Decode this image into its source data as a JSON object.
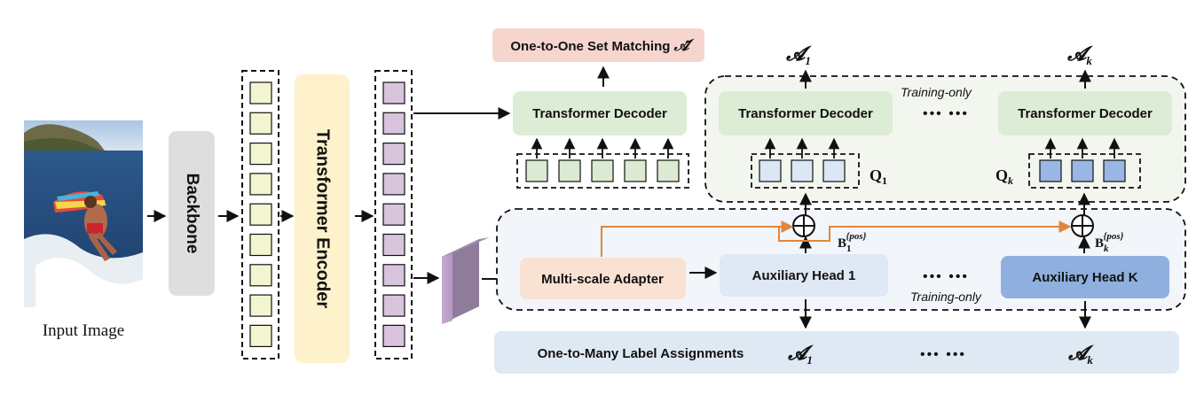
{
  "input": {
    "caption": "Input Image"
  },
  "backbone": {
    "label": "Backbone"
  },
  "encoder": {
    "label": "Transformer Encoder"
  },
  "one_to_one": {
    "label": "One-to-One Set Matching ",
    "symbol": "𝒜̃"
  },
  "decoders": {
    "main": "Transformer Decoder",
    "branch_1": "Transformer Decoder",
    "branch_k": "Transformer Decoder",
    "ellipsis": "••• •••",
    "training_only": "Training-only"
  },
  "outputs": {
    "a1_top": "𝓐",
    "a1_top_sub": "1",
    "ak_top": "𝓐",
    "ak_top_sub": "k"
  },
  "queries": {
    "q1": "Q",
    "q1_sub": "1",
    "qk": "Q",
    "qk_sub": "k"
  },
  "pos": {
    "b1": "B",
    "b1_sub": "1",
    "b1_sup": "{pos}",
    "bk": "B",
    "bk_sub": "k",
    "bk_sup": "{pos}"
  },
  "aux": {
    "adapter": "Multi-scale Adapter",
    "head_1": "Auxiliary Head 1",
    "head_k": "Auxiliary Head K",
    "ellipsis": "••• •••",
    "training_only": "Training-only"
  },
  "assign": {
    "label": "One-to-Many Label Assignments",
    "a1": "𝓐",
    "a1_sub": "1",
    "ellipsis": "••• •••",
    "ak": "𝓐",
    "ak_sub": "k"
  },
  "colors": {
    "token_yellow": "#f2f5cf",
    "token_purple": "#d8c4dc",
    "query_green": "#dbead2",
    "query_light_blue": "#dbe6f6",
    "query_blue": "#9ab7e3",
    "decoder_green": "#ddecd5",
    "one_to_one_pink": "#f6d5cf",
    "encoder_yellow": "#fdf2cc",
    "backbone_gray": "#dedede",
    "adapter_peach": "#f9e2d2",
    "aux_light": "#dfe8f5",
    "aux_dark": "#8fb0df",
    "assign_bg": "#dfe9f4",
    "orange": "#e0873d"
  }
}
